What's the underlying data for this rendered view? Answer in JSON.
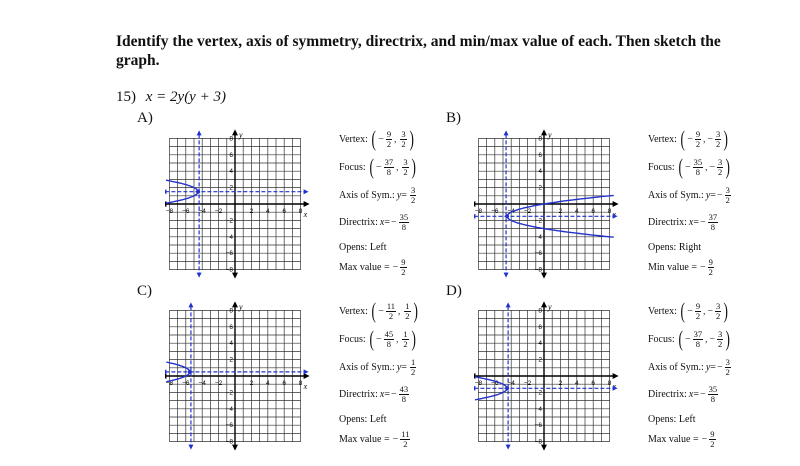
{
  "instructions": "Identify the vertex, axis of symmetry, directrix, and min/max value of each. Then sketch the graph.",
  "problem": {
    "number": "15)",
    "equation": "x = 2y(y + 3)"
  },
  "labels": {
    "vertex": "Vertex:",
    "focus": "Focus:",
    "axis": "Axis of Sym.:",
    "directrix": "Directrix:",
    "y_var": "y",
    "x_var": "x",
    "equals": "=",
    "minus": "−"
  },
  "choices": [
    {
      "letter": "A)",
      "vertex": {
        "x_sign": "−",
        "x_num": "9",
        "x_den": "2",
        "y_sign": "",
        "y_num": "3",
        "y_den": "2"
      },
      "focus": {
        "x_sign": "−",
        "x_num": "37",
        "x_den": "8",
        "y_sign": "",
        "y_num": "3",
        "y_den": "2"
      },
      "axis": {
        "sign": "",
        "num": "3",
        "den": "2"
      },
      "directrix": {
        "sign": "−",
        "num": "35",
        "den": "8"
      },
      "opens": "Opens: Left",
      "extreme": {
        "label": "Max value =",
        "sign": "−",
        "num": "9",
        "den": "2"
      },
      "graph": {
        "vx": -4.5,
        "vy": 1.5,
        "opens": "left",
        "directrix_x": -4.375,
        "axis_y": 1.5
      }
    },
    {
      "letter": "B)",
      "vertex": {
        "x_sign": "−",
        "x_num": "9",
        "x_den": "2",
        "y_sign": "−",
        "y_num": "3",
        "y_den": "2"
      },
      "focus": {
        "x_sign": "−",
        "x_num": "35",
        "x_den": "8",
        "y_sign": "−",
        "y_num": "3",
        "y_den": "2"
      },
      "axis": {
        "sign": "−",
        "num": "3",
        "den": "2"
      },
      "directrix": {
        "sign": "−",
        "num": "37",
        "den": "8"
      },
      "opens": "Opens: Right",
      "extreme": {
        "label": "Min value =",
        "sign": "−",
        "num": "9",
        "den": "2"
      },
      "graph": {
        "vx": -4.5,
        "vy": -1.5,
        "opens": "right",
        "directrix_x": -4.625,
        "axis_y": -1.5
      }
    },
    {
      "letter": "C)",
      "vertex": {
        "x_sign": "−",
        "x_num": "11",
        "x_den": "2",
        "y_sign": "",
        "y_num": "1",
        "y_den": "2"
      },
      "focus": {
        "x_sign": "−",
        "x_num": "45",
        "x_den": "8",
        "y_sign": "",
        "y_num": "1",
        "y_den": "2"
      },
      "axis": {
        "sign": "",
        "num": "1",
        "den": "2"
      },
      "directrix": {
        "sign": "−",
        "num": "43",
        "den": "8"
      },
      "opens": "Opens: Left",
      "extreme": {
        "label": "Max value =",
        "sign": "−",
        "num": "11",
        "den": "2"
      },
      "graph": {
        "vx": -5.5,
        "vy": 0.5,
        "opens": "left",
        "directrix_x": -5.375,
        "axis_y": 0.5
      }
    },
    {
      "letter": "D)",
      "vertex": {
        "x_sign": "−",
        "x_num": "9",
        "x_den": "2",
        "y_sign": "−",
        "y_num": "3",
        "y_den": "2"
      },
      "focus": {
        "x_sign": "−",
        "x_num": "37",
        "x_den": "8",
        "y_sign": "−",
        "y_num": "3",
        "y_den": "2"
      },
      "axis": {
        "sign": "−",
        "num": "3",
        "den": "2"
      },
      "directrix": {
        "sign": "−",
        "num": "35",
        "den": "8"
      },
      "opens": "Opens: Left",
      "extreme": {
        "label": "Max value =",
        "sign": "−",
        "num": "9",
        "den": "2"
      },
      "graph": {
        "vx": -4.5,
        "vy": -1.5,
        "opens": "left",
        "directrix_x": -4.375,
        "axis_y": -1.5
      }
    }
  ],
  "tick_labels": [
    "−8",
    "−6",
    "−4",
    "−2",
    "2",
    "4",
    "6",
    "8"
  ],
  "colors": {
    "curve": "#2233cc",
    "grid": "#333333",
    "axis": "#000000"
  }
}
